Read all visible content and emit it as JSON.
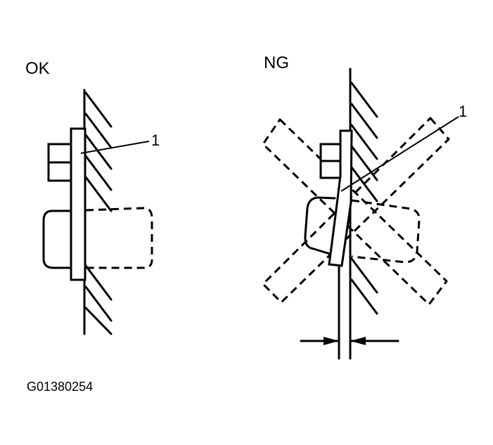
{
  "ok_label": "OK",
  "ng_label": "NG",
  "ok_callout": "1",
  "ng_callout": "1",
  "figure_code": "G01380254"
}
